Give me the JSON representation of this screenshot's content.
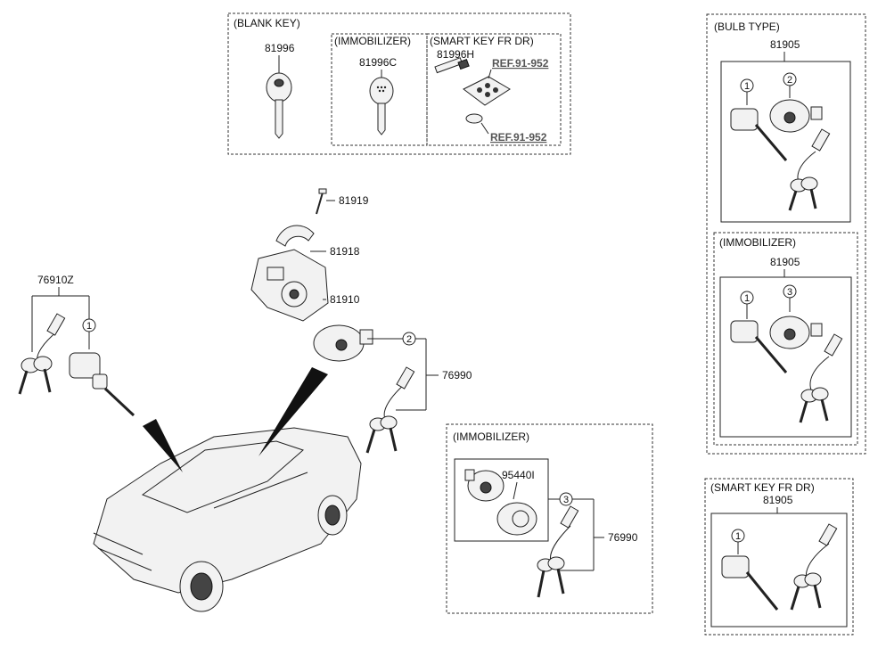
{
  "boxes": {
    "blank_key": {
      "title": "(BLANK KEY)",
      "part": "81996",
      "immobilizer": {
        "title": "(IMMOBILIZER)",
        "part": "81996C"
      },
      "smart_key": {
        "title": "(SMART KEY FR DR)",
        "part": "81996H",
        "ref1": "REF.91-952",
        "ref2": "REF.91-952"
      }
    },
    "bulb_type": {
      "title": "(BULB TYPE)",
      "part": "81905",
      "c1": "1",
      "c2": "2"
    },
    "immobilizer_right": {
      "title": "(IMMOBILIZER)",
      "part": "81905",
      "c1": "1",
      "c3": "3"
    },
    "smart_key_right": {
      "title": "(SMART KEY FR DR)",
      "part": "81905",
      "c1": "1"
    },
    "immobilizer_center": {
      "title": "(IMMOBILIZER)",
      "part": "95440I",
      "c3": "3",
      "set": "76990"
    }
  },
  "parts": {
    "p81919": "81919",
    "p81918": "81918",
    "p81910": "81910",
    "p76910z": "76910Z",
    "p76990": "76990",
    "c1": "1",
    "c2": "2"
  }
}
